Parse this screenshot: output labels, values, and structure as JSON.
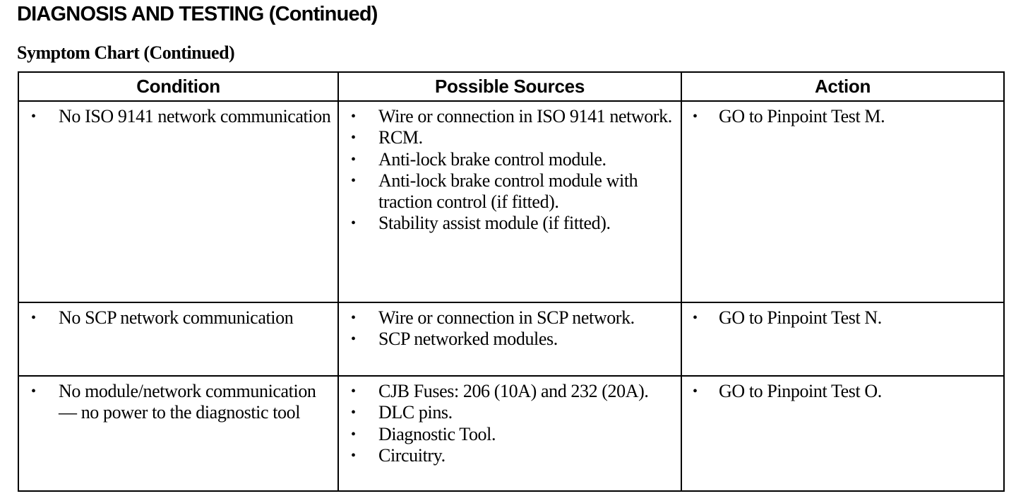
{
  "header": {
    "title": "DIAGNOSIS AND TESTING (Continued)",
    "section": "Symptom Chart (Continued)"
  },
  "table": {
    "columns": [
      "Condition",
      "Possible Sources",
      "Action"
    ],
    "bullet_glyph": "•",
    "rows": [
      {
        "condition": "No ISO 9141 network communication",
        "sources": [
          "Wire or connection in ISO 9141 network.",
          "RCM.",
          "Anti-lock brake control module.",
          "Anti-lock brake control module with traction control (if fitted).",
          "Stability assist module (if fitted)."
        ],
        "action": "GO to Pinpoint Test M."
      },
      {
        "condition": "No SCP network communication",
        "sources": [
          "Wire or connection in SCP network.",
          "SCP networked modules."
        ],
        "action": "GO to Pinpoint Test N."
      },
      {
        "condition": "No module/network communication — no power to the diagnostic tool",
        "sources": [
          "CJB Fuses: 206 (10A) and 232 (20A).",
          "DLC pins.",
          "Diagnostic Tool.",
          "Circuitry."
        ],
        "action": "GO to Pinpoint Test O."
      }
    ]
  }
}
